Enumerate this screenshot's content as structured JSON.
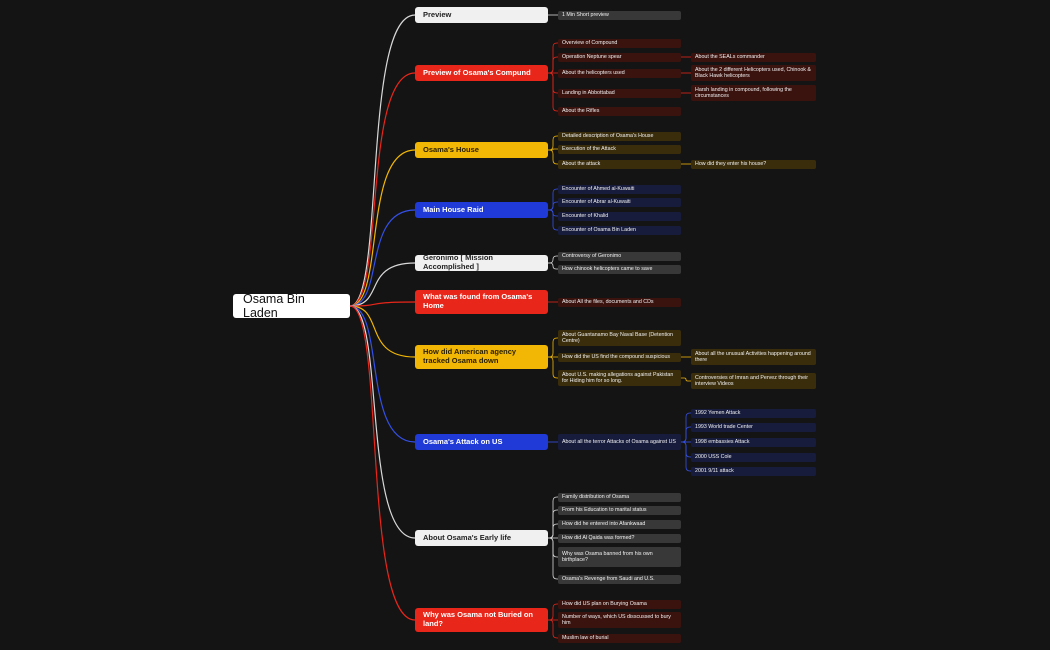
{
  "root": "Osama Bin Laden",
  "branches": [
    {
      "label": "Preview",
      "theme": "gray",
      "children": [
        {
          "label": "1 Min Short preview"
        }
      ]
    },
    {
      "label": "Preview of Osama's Compund",
      "theme": "red",
      "children": [
        {
          "label": "Overview of Compound"
        },
        {
          "label": "Operation Neptune spear",
          "children": [
            {
              "label": "About the SEALs commander"
            }
          ]
        },
        {
          "label": "About the helicopters used",
          "children": [
            {
              "label": "About the 2 different Helicopters used, Chinook & Black Hawk helicopters"
            }
          ]
        },
        {
          "label": "Landing in Abbottabad",
          "children": [
            {
              "label": "Harsh landing in compound, following the circumstances"
            }
          ]
        },
        {
          "label": "About the Rifles"
        }
      ]
    },
    {
      "label": "Osama's House",
      "theme": "yellow",
      "children": [
        {
          "label": "Detailed description of Osama's House"
        },
        {
          "label": "Execution of the Attack"
        },
        {
          "label": "About the attack",
          "children": [
            {
              "label": "How did they enter his house?"
            }
          ]
        }
      ]
    },
    {
      "label": "Main House Raid",
      "theme": "blue",
      "children": [
        {
          "label": "Encounter of Ahmed  al-Kuwaiti"
        },
        {
          "label": "Encounter of Abrar al-Kuwaiti"
        },
        {
          "label": "Encounter of Khalid"
        },
        {
          "label": "Encounter of Osama Bin Laden"
        }
      ]
    },
    {
      "label": "Geronimo [ Mission Accomplished ]",
      "theme": "gray",
      "children": [
        {
          "label": "Controversy of Geronimo"
        },
        {
          "label": "How chinook helicopters came to save"
        }
      ]
    },
    {
      "label": "What was found from Osama's Home",
      "theme": "red",
      "children": [
        {
          "label": "About All the files, documents and CDs"
        }
      ]
    },
    {
      "label": "How did American agency tracked Osama down",
      "theme": "yellow",
      "children": [
        {
          "label": "About Guantanamo Bay Naval Base (Detention Centre)"
        },
        {
          "label": "How did the US find the compound suspicious",
          "children": [
            {
              "label": "About all the unusual Activities happening around there"
            }
          ]
        },
        {
          "label": "About U.S. making allegations against Pakistan for Hiding him for so long.",
          "children": [
            {
              "label": "Controversies of Imran and Pervez through their interview Videos"
            }
          ]
        }
      ]
    },
    {
      "label": "Osama's Attack on US",
      "theme": "blue",
      "children": [
        {
          "label": "About all the terror Attacks of Osama against US",
          "children": [
            {
              "label": "1992 Yemen Attack"
            },
            {
              "label": "1993 World trade Center"
            },
            {
              "label": "1998 embassies Attack"
            },
            {
              "label": "2000 USS Cole"
            },
            {
              "label": "2001 9/11 attack"
            }
          ]
        }
      ]
    },
    {
      "label": "About Osama's Early life",
      "theme": "gray",
      "children": [
        {
          "label": "Family distribution of Osama"
        },
        {
          "label": "From his Education to marital status"
        },
        {
          "label": "How did he entered into Afankwaad"
        },
        {
          "label": "How did Al Qaida was formed?"
        },
        {
          "label": "Why was Osama banned from his own birthplace?"
        },
        {
          "label": "Osama's Revenge from Saudi and U.S."
        }
      ]
    },
    {
      "label": "Why was Osama not Buried on land?",
      "theme": "red",
      "children": [
        {
          "label": "How did US plan on Burying Osama"
        },
        {
          "label": "Number of ways, which US disscussed to bury him"
        },
        {
          "label": "Muslim law of burial"
        }
      ]
    }
  ],
  "themes": {
    "gray": {
      "b1_bg": "#f0f0f0",
      "b1_fg": "#222222",
      "b2_bg": "#383838",
      "line": "#d8d8d8"
    },
    "red": {
      "b1_bg": "#e8261a",
      "b1_fg": "#ffffff",
      "b2_bg": "#3a130f",
      "line": "#e8261a"
    },
    "yellow": {
      "b1_bg": "#f2b705",
      "b1_fg": "#2a2000",
      "b2_bg": "#3a2d0c",
      "line": "#f2b705"
    },
    "blue": {
      "b1_bg": "#1f3ad6",
      "b1_fg": "#ffffff",
      "b2_bg": "#171c3d",
      "line": "#3550e8"
    }
  }
}
